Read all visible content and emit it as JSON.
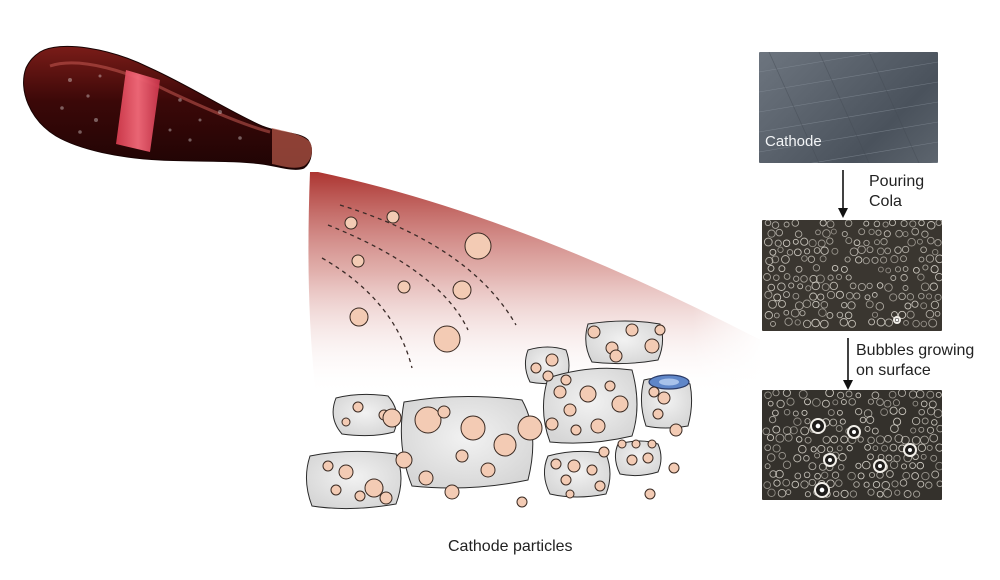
{
  "labels": {
    "bottom_caption": "Cathode particles",
    "step1": [
      "Pouring",
      "Cola"
    ],
    "step2": [
      "Bubbles growing",
      "on surface"
    ],
    "panel_cathode": "Cathode"
  },
  "colors": {
    "cola_red": "#b5312e",
    "bubble_fill": "#f3cbb4",
    "bubble_stroke": "#3a2a22",
    "particle_fill": "#e4e4e4",
    "particle_stroke": "#2a2a2a",
    "blue_particle": "#5f86c8",
    "bottle_body": "#4a0d0d",
    "bottle_label": "#e6475a"
  },
  "icons": [
    "cola-bottle-icon",
    "arrow-down-icon"
  ]
}
